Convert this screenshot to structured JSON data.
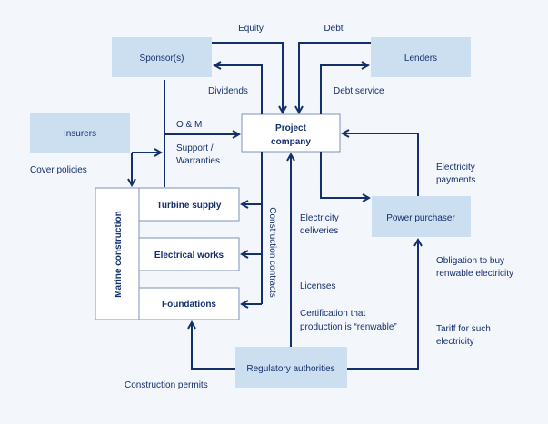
{
  "colors": {
    "background": "#f3f6fb",
    "entity_fill": "#cbdff0",
    "white_fill": "#ffffff",
    "line": "#14306b",
    "text": "#14306b",
    "white_border": "#7d93b8"
  },
  "nodes": {
    "sponsors": "Sponsor(s)",
    "lenders": "Lenders",
    "insurers": "Insurers",
    "project_company_line1": "Project",
    "project_company_line2": "company",
    "power_purchaser": "Power purchaser",
    "regulatory": "Regulatory authorities",
    "marine_construction": "Marine construction",
    "turbine_supply": "Turbine supply",
    "electrical_works": "Electrical works",
    "foundations": "Foundations"
  },
  "labels": {
    "equity": "Equity",
    "debt": "Debt",
    "dividends": "Dividends",
    "debt_service": "Debt service",
    "om": "O & M",
    "support_1": "Support /",
    "support_2": "Warranties",
    "cover_policies": "Cover policies",
    "construction_contracts": "Construction contracts",
    "electricity_payments_1": "Electricity",
    "electricity_payments_2": "payments",
    "electricity_deliveries_1": "Electricity",
    "electricity_deliveries_2": "deliveries",
    "obligation_1": "Obligation to buy",
    "obligation_2": "renwable electricity",
    "licenses": "Licenses",
    "certification_1": "Certification that",
    "certification_2": "production is “renwable”",
    "tariff_1": "Tariff for such",
    "tariff_2": "electricity",
    "construction_permits": "Construction permits"
  }
}
